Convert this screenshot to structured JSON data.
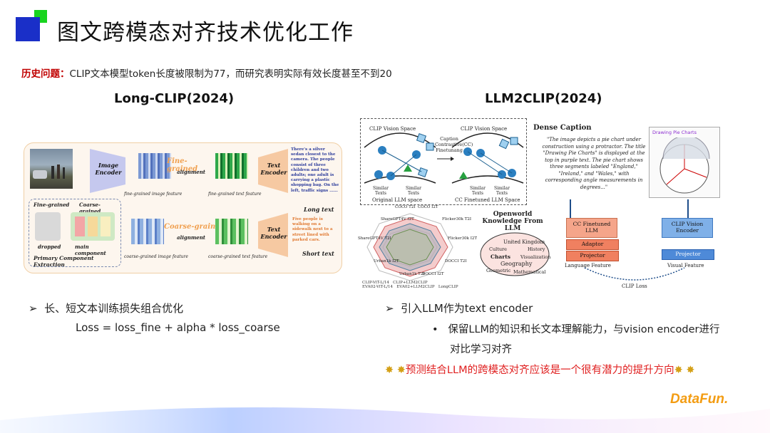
{
  "slide": {
    "title": "图文跨模态对齐技术优化工作",
    "history_label": "历史问题：",
    "history_text": "CLIP文本模型token长度被限制为77，而研究表明实际有效长度甚至不到20",
    "left": {
      "heading": "Long-CLIP(2024)",
      "bullet1": "长、短文本训练损失组合优化",
      "formula": "Loss = loss_fine + alpha * loss_coarse"
    },
    "right": {
      "heading": "LLM2CLIP(2024)",
      "bullet1": "引入LLM作为text encoder",
      "sub1_line1": "保留LLM的知识和长文本理解能力，与vision encoder进行",
      "sub1_line2": "对比学习对齐",
      "highlight": "预测结合LLM的跨模态对齐应该是一个很有潜力的提升方向"
    },
    "brand": "DataFun."
  },
  "fig_left": {
    "image_encoder": "Image Encoder",
    "fine_grained": "Fine-grained",
    "alignment": "alignment",
    "coarse_grained": "Coarse-grained",
    "text_encoder": "Text Encoder",
    "fine_img_feat": "fine-grained image feature",
    "fine_txt_feat": "fine-grained text feature",
    "coarse_img_feat": "coarse-grained image feature",
    "coarse_txt_feat": "coarse-grained text feature",
    "long_text": "There's a silver sedan closest to the camera. The people consist of three children and two adults; one adult is carrying a plastic shopping bag. On the left, traffic signs ......",
    "long_label": "Long text",
    "short_text": "Five people is walking on a sidewalk next to a street lined with parked cars.",
    "short_label": "Short text",
    "fine_grained_small": "Fine-grained",
    "coarse_grained_small": "Coarse-grained",
    "dropped": "dropped",
    "main_component": "main component",
    "pce": "Primary Component Extraction"
  },
  "fig_right": {
    "clip_vision_space_1": "CLIP Vision Space",
    "clip_vision_space_2": "CLIP Vision Space",
    "caption_contrastive": "Caption Contrastive(CC) Finetunang",
    "similar_texts": "Similar Texts",
    "original_llm_space": "Original LLM space",
    "cc_finetuned_space": "CC Finetuned LLM Space",
    "dense_caption": "Dense Caption",
    "dense_caption_text": "\"The image depicts a pie chart under construction using a protractor. The title \"Drawing Pie Charts\" is displayed at the top in purple text. The pie chart shows three segments labeled \"England,\" \"Ireland,\" and \"Wales,\" with corresponding angle measurements in degrees...\"",
    "drawing_pie": "Drawing Pie Charts",
    "openworld": "Openworld Knowledge From LLM",
    "cloud_words": [
      "United Kingdom",
      "Culture",
      "History",
      "Charts",
      "Visualization",
      "Geography",
      "Geometric",
      "Mathematical"
    ],
    "cc_finetuned_llm": "CC Finetuned LLM",
    "adaptor": "Adaptor",
    "projector_l": "Projector",
    "language_feature": "Language Feature",
    "clip_vision_encoder": "CLIP Vision Encoder",
    "projector_r": "Projector",
    "visual_feature": "Visual Feature",
    "clip_loss": "CLIP Loss",
    "radar_labels": [
      "COCO T2I",
      "COCO I2T",
      "Flicker30k T2I",
      "Flicker30k I2T",
      "DOCCI T2I",
      "DOCCI I2T",
      "Urban1k T2I",
      "Urban1k I2T",
      "ShareGPT4V T2I",
      "ShareGPT4V I2T"
    ],
    "legend": [
      "CLIP-ViT-L/14",
      "CLIP+LLM2CLIP",
      "EVA02-ViT-L/14",
      "EVA02+LLM2CLIP",
      "LongCLIP"
    ]
  },
  "colors": {
    "red_label": "#c00000",
    "highlight": "#e02020",
    "logo_blue": "#1a2fc8",
    "logo_green": "#19d41f",
    "brand_orange": "#f39c12"
  }
}
